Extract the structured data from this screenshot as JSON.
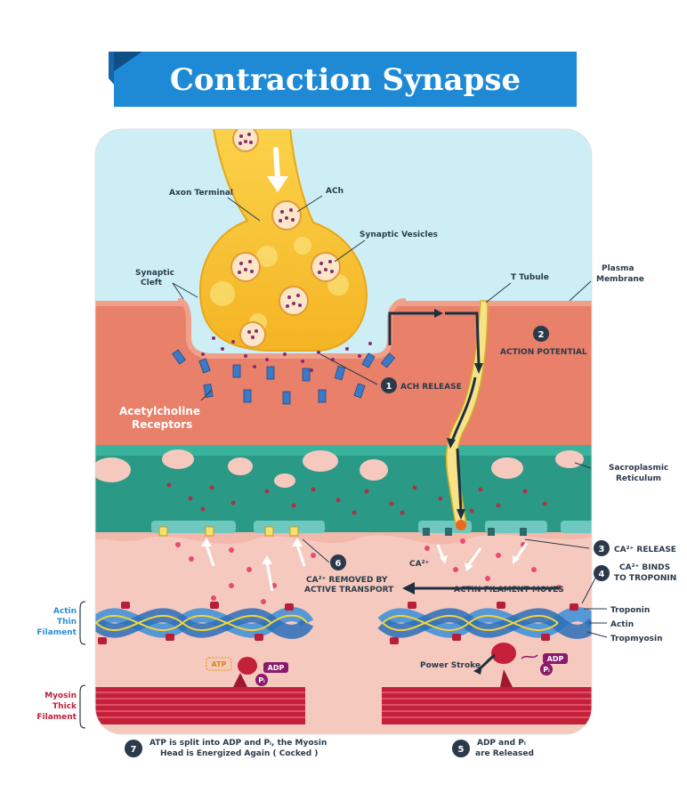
{
  "title": "Contraction Synapse",
  "labels": {
    "axon_terminal": "Axon Terminal",
    "ach": "ACh",
    "synaptic_vesicles": "Synaptic Vesicles",
    "synaptic_cleft_1": "Synaptic",
    "synaptic_cleft_2": "Cleft",
    "t_tubule": "T Tubule",
    "plasma_membrane_1": "Plasma",
    "plasma_membrane_2": "Membrane",
    "action_potential": "ACTION POTENTIAL",
    "ach_release": "ACH RELEASE",
    "ach_receptors_1": "Acetylcholine",
    "ach_receptors_2": "Receptors",
    "sarcoplasmic_1": "Sacroplasmic",
    "sarcoplasmic_2": "Reticulum",
    "ca_release": "CA²⁺ RELEASE",
    "ca_binds_1": "CA²⁺ BINDS",
    "ca_binds_2": "TO TROPONIN",
    "ca_removed_1": "CA²⁺ REMOVED BY",
    "ca_removed_2": "ACTIVE TRANSPORT",
    "ca_ion": "CA²⁺",
    "actin_filament_moves": "ACTIN FILAMENT MOVES",
    "troponin": "Troponin",
    "actin": "Actin",
    "tropmyosin": "Tropmyosin",
    "actin_thin_1": "Actin",
    "actin_thin_2": "Thin",
    "actin_thin_3": "Filament",
    "power_stroke": "Power Stroke",
    "atp": "ATP",
    "adp": "ADP",
    "pi": "Pᵢ",
    "myosin_thick_1": "Myosin",
    "myosin_thick_2": "Thick",
    "myosin_thick_3": "Filament",
    "step7_1": "ATP is split into ADP and Pᵢ, the Myosin",
    "step7_2": "Head is Energized Again ( Cocked )",
    "step5_1": "ADP and Pᵢ",
    "step5_2": "are Released"
  },
  "steps": [
    "1",
    "2",
    "3",
    "4",
    "5",
    "6",
    "7"
  ],
  "colors": {
    "title_bg": "#1e8ad6",
    "sky": "#cdeef5",
    "muscle": "#e8806a",
    "reticulum": "#2a9a86",
    "axon": "#f7c234",
    "cyto": "#f6c9bf",
    "myosin": "#c4203a",
    "actin": "#3a8fd8"
  }
}
